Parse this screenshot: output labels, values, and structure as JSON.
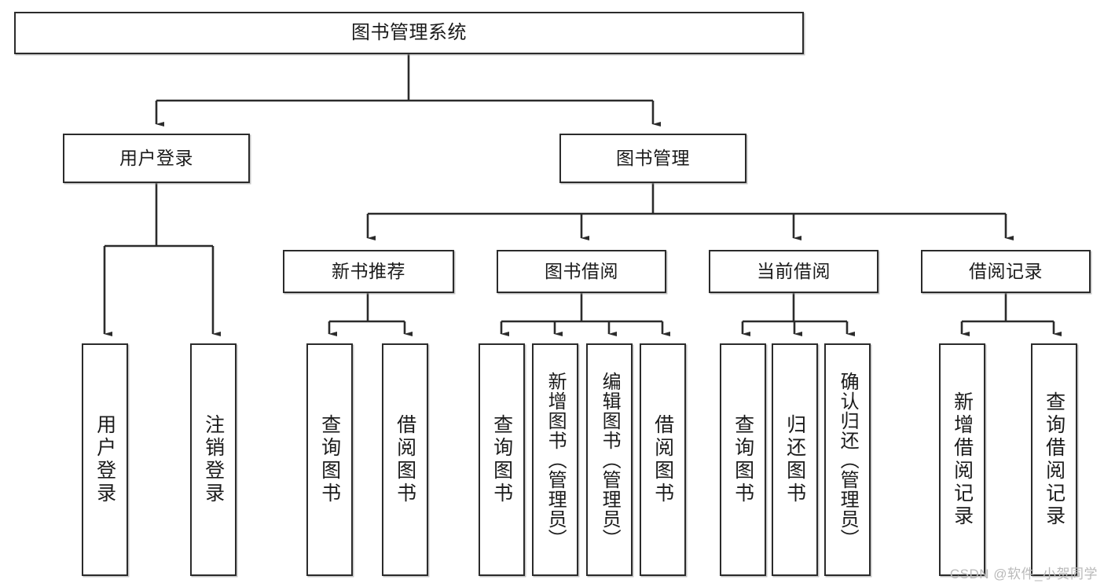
{
  "diagram": {
    "type": "tree-hierarchy-chart",
    "title": "图书管理系统",
    "watermark": "CSDN @软件_小贺同学",
    "colors": {
      "background": "#ffffff",
      "box_fill": "#ffffff",
      "box_border": "#2b2b2b",
      "connector": "#2b2b2b",
      "watermark": "#b9b9b9"
    },
    "nodes": {
      "root": {
        "label": "图书管理系统"
      },
      "level1": [
        {
          "label": "用户登录"
        },
        {
          "label": "图书管理"
        }
      ],
      "level2": [
        {
          "label": "新书推荐"
        },
        {
          "label": "图书借阅"
        },
        {
          "label": "当前借阅"
        },
        {
          "label": "借阅记录"
        }
      ],
      "leaves": {
        "user_login": [
          {
            "label": "用户登录"
          },
          {
            "label": "注销登录"
          }
        ],
        "new_book_recommend": [
          {
            "label": "查询图书"
          },
          {
            "label": "借阅图书"
          }
        ],
        "book_borrow": [
          {
            "label": "查询图书"
          },
          {
            "label": "新增图书（管理员）"
          },
          {
            "label": "编辑图书（管理员）"
          },
          {
            "label": "借阅图书"
          }
        ],
        "current_borrow": [
          {
            "label": "查询图书"
          },
          {
            "label": "归还图书"
          },
          {
            "label": "确认归还（管理员）"
          }
        ],
        "borrow_record": [
          {
            "label": "新增借阅记录"
          },
          {
            "label": "查询借阅记录"
          }
        ]
      }
    }
  }
}
